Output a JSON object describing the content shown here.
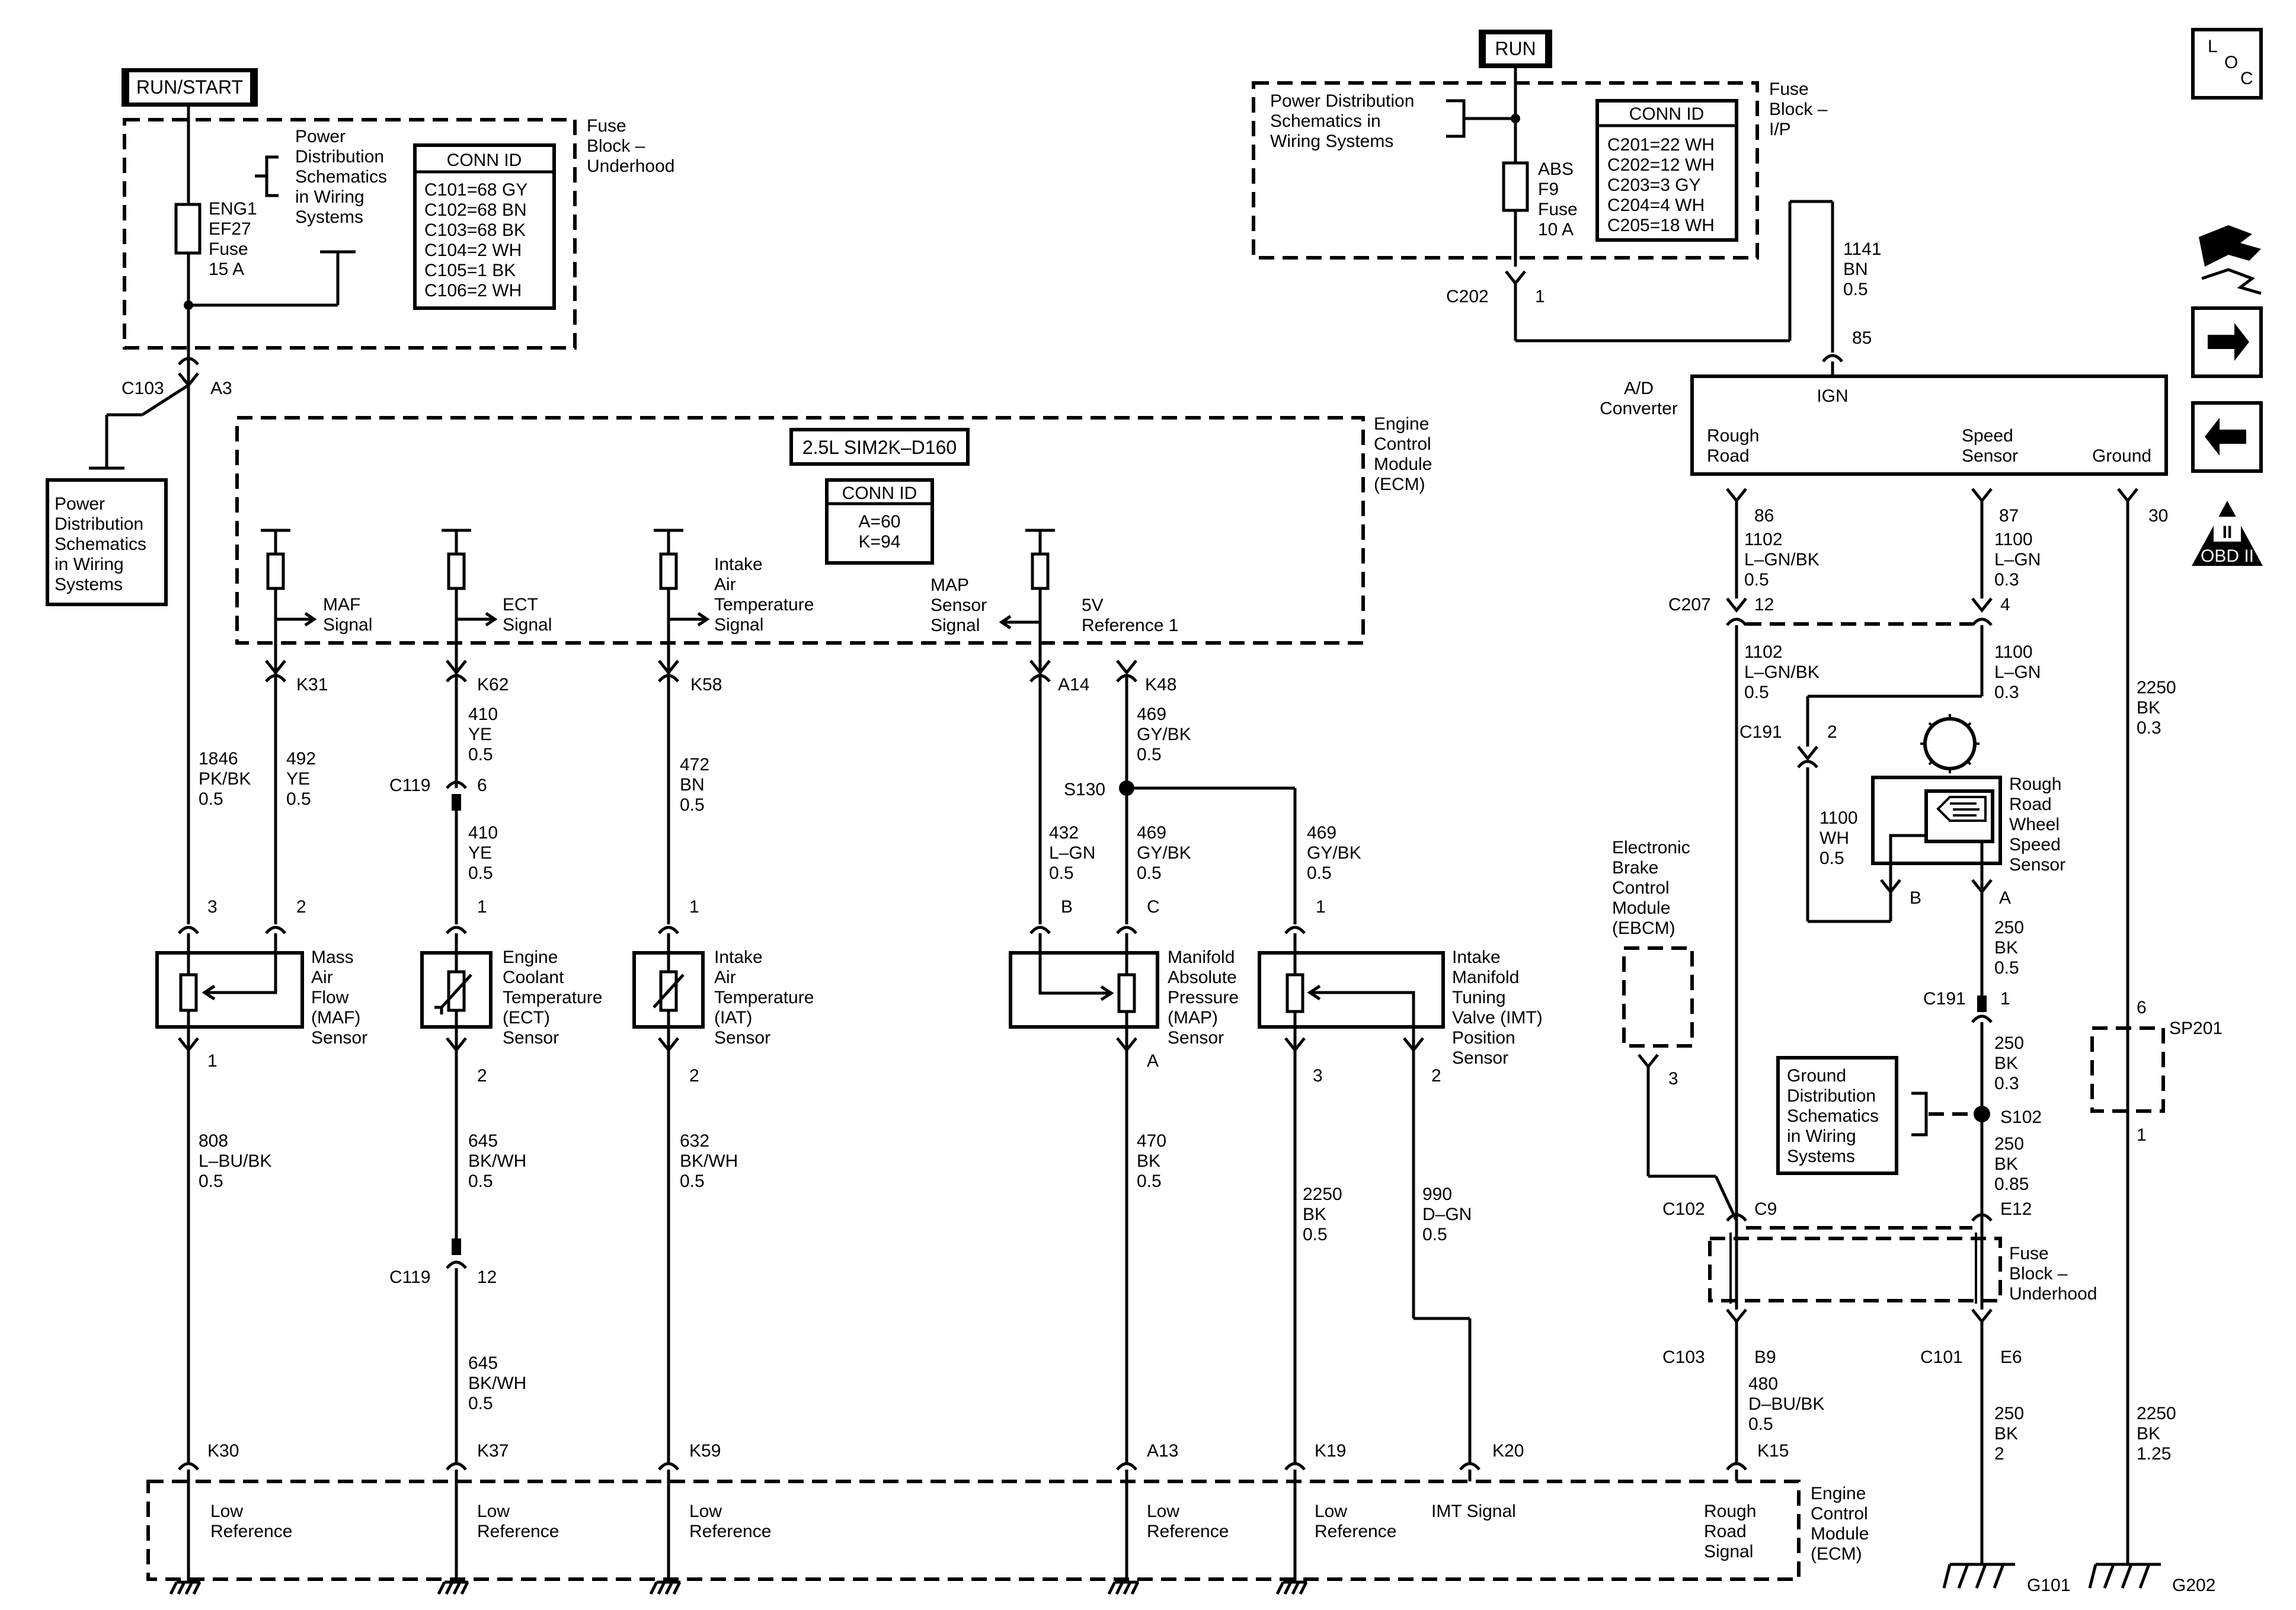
{
  "sources": {
    "run_start": "RUN/START",
    "run": "RUN"
  },
  "fuse_underhood": {
    "label": [
      "Fuse",
      "Block –",
      "Underhood"
    ],
    "fuse": [
      "ENG1",
      "EF27",
      "Fuse",
      "15 A"
    ],
    "pds": [
      "Power",
      "Distribution",
      "Schematics",
      "in Wiring",
      "Systems"
    ],
    "conn_title": "CONN ID",
    "conn": [
      "C101=68 GY",
      "C102=68 BN",
      "C103=68 BK",
      "C104=2 WH",
      "C105=1 BK",
      "C106=2 WH"
    ]
  },
  "fuse_ip": {
    "label": [
      "Fuse",
      "Block –",
      "I/P"
    ],
    "fuse": [
      "ABS",
      "F9",
      "Fuse",
      "10 A"
    ],
    "pds": [
      "Power Distribution",
      "Schematics in",
      "Wiring Systems"
    ],
    "conn_title": "CONN ID",
    "conn": [
      "C201=22 WH",
      "C202=12 WH",
      "C203=3 GY",
      "C204=4 WH",
      "C205=18 WH"
    ]
  },
  "left_pds": [
    "Power",
    "Distribution",
    "Schematics",
    "in Wiring",
    "Systems"
  ],
  "ecm": {
    "label": [
      "Engine",
      "Control",
      "Module",
      "(ECM)"
    ],
    "variant": "2.5L SIM2K–D160",
    "conn_title": "CONN ID",
    "conn": [
      "A=60",
      "K=94"
    ]
  },
  "signals": {
    "maf": [
      "MAF",
      "Signal"
    ],
    "ect": [
      "ECT",
      "Signal"
    ],
    "iat": [
      "Intake",
      "Air",
      "Temperature",
      "Signal"
    ],
    "map": [
      "MAP",
      "Sensor",
      "Signal"
    ],
    "ref": [
      "5V",
      "Reference 1"
    ]
  },
  "connectors": {
    "c103": "C103",
    "a3": "A3",
    "k31": "K31",
    "k62": "K62",
    "k58": "K58",
    "a14": "A14",
    "k48": "K48",
    "c119a": "C119",
    "six": "6",
    "s130": "S130",
    "c119b": "C119",
    "twelve": "12",
    "k30": "K30",
    "k37": "K37",
    "k59": "K59",
    "a13": "A13",
    "k19": "K19",
    "k20": "K20",
    "c202": "C202",
    "one": "1",
    "c207": "C207",
    "c191a": "C191",
    "c191b": "C191",
    "s102": "S102",
    "c102": "C102",
    "c9": "C9",
    "e12": "E12",
    "c103b": "C103",
    "b9": "B9",
    "c101": "C101",
    "e6": "E6",
    "k15": "K15",
    "sp201": "SP201",
    "g101": "G101",
    "g202": "G202"
  },
  "wires": {
    "w1846": [
      "1846",
      "PK/BK",
      "0.5"
    ],
    "w492": [
      "492",
      "YE",
      "0.5"
    ],
    "w410a": [
      "410",
      "YE",
      "0.5"
    ],
    "w410b": [
      "410",
      "YE",
      "0.5"
    ],
    "w472": [
      "472",
      "BN",
      "0.5"
    ],
    "w469a": [
      "469",
      "GY/BK",
      "0.5"
    ],
    "w432": [
      "432",
      "L–GN",
      "0.5"
    ],
    "w469b": [
      "469",
      "GY/BK",
      "0.5"
    ],
    "w469c": [
      "469",
      "GY/BK",
      "0.5"
    ],
    "w808": [
      "808",
      "L–BU/BK",
      "0.5"
    ],
    "w645a": [
      "645",
      "BK/WH",
      "0.5"
    ],
    "w645b": [
      "645",
      "BK/WH",
      "0.5"
    ],
    "w632": [
      "632",
      "BK/WH",
      "0.5"
    ],
    "w470": [
      "470",
      "BK",
      "0.5"
    ],
    "w2250a": [
      "2250",
      "BK",
      "0.5"
    ],
    "w990": [
      "990",
      "D–GN",
      "0.5"
    ],
    "w1141": [
      "1141",
      "BN",
      "0.5"
    ],
    "w1102a": [
      "1102",
      "L–GN/BK",
      "0.5"
    ],
    "w1100a": [
      "1100",
      "L–GN",
      "0.3"
    ],
    "w1102b": [
      "1102",
      "L–GN/BK",
      "0.5"
    ],
    "w1100b": [
      "1100",
      "L–GN",
      "0.3"
    ],
    "w1100wh": [
      "1100",
      "WH",
      "0.5"
    ],
    "w250a": [
      "250",
      "BK",
      "0.5"
    ],
    "w250b": [
      "250",
      "BK",
      "0.3"
    ],
    "w250c": [
      "250",
      "BK",
      "0.85"
    ],
    "w480": [
      "480",
      "D–BU/BK",
      "0.5"
    ],
    "w250d": [
      "250",
      "BK",
      "2"
    ],
    "w2250b": [
      "2250",
      "BK",
      "0.3"
    ],
    "w2250c": [
      "2250",
      "BK",
      "1.25"
    ]
  },
  "pins": {
    "maf3": "3",
    "maf2": "2",
    "maf1": "1",
    "ect1": "1",
    "ect2": "2",
    "iat1": "1",
    "iat2": "2",
    "mapB": "B",
    "mapC": "C",
    "mapA": "A",
    "imt1": "1",
    "imt3": "3",
    "imt2": "2",
    "p85": "85",
    "p86": "86",
    "p87": "87",
    "p30": "30",
    "p12": "12",
    "p4": "4",
    "p2": "2",
    "pB": "B",
    "pA": "A",
    "p1": "1",
    "ebcm3": "3",
    "sp6": "6",
    "sp1": "1"
  },
  "sensors": {
    "maf": [
      "Mass",
      "Air",
      "Flow",
      "(MAF)",
      "Sensor"
    ],
    "ect": [
      "Engine",
      "Coolant",
      "Temperature",
      "(ECT)",
      "Sensor"
    ],
    "iat": [
      "Intake",
      "Air",
      "Temperature",
      "(IAT)",
      "Sensor"
    ],
    "map": [
      "Manifold",
      "Absolute",
      "Pressure",
      "(MAP)",
      "Sensor"
    ],
    "imt": [
      "Intake",
      "Manifold",
      "Tuning",
      "Valve (IMT)",
      "Position",
      "Sensor"
    ],
    "rrws": [
      "Rough",
      "Road",
      "Wheel",
      "Speed",
      "Sensor"
    ]
  },
  "ad": {
    "label": [
      "A/D",
      "Converter"
    ],
    "ign": "IGN",
    "rough": [
      "Rough",
      "Road"
    ],
    "speed": [
      "Speed",
      "Sensor"
    ],
    "ground": "Ground"
  },
  "ebcm": [
    "Electronic",
    "Brake",
    "Control",
    "Module",
    "(EBCM)"
  ],
  "gds": [
    "Ground",
    "Distribution",
    "Schematics",
    "in Wiring",
    "Systems"
  ],
  "fuse_underhood2": [
    "Fuse",
    "Block –",
    "Underhood"
  ],
  "bottom": {
    "low_ref": [
      "Low",
      "Reference"
    ],
    "imt_signal": "IMT Signal",
    "rough_signal": [
      "Rough",
      "Road",
      "Signal"
    ],
    "ecm": [
      "Engine",
      "Control",
      "Module",
      "(ECM)"
    ]
  },
  "nav": {
    "loc": [
      "L",
      "O",
      "C"
    ],
    "obd": "OBD II",
    "obd_roman": "II"
  }
}
